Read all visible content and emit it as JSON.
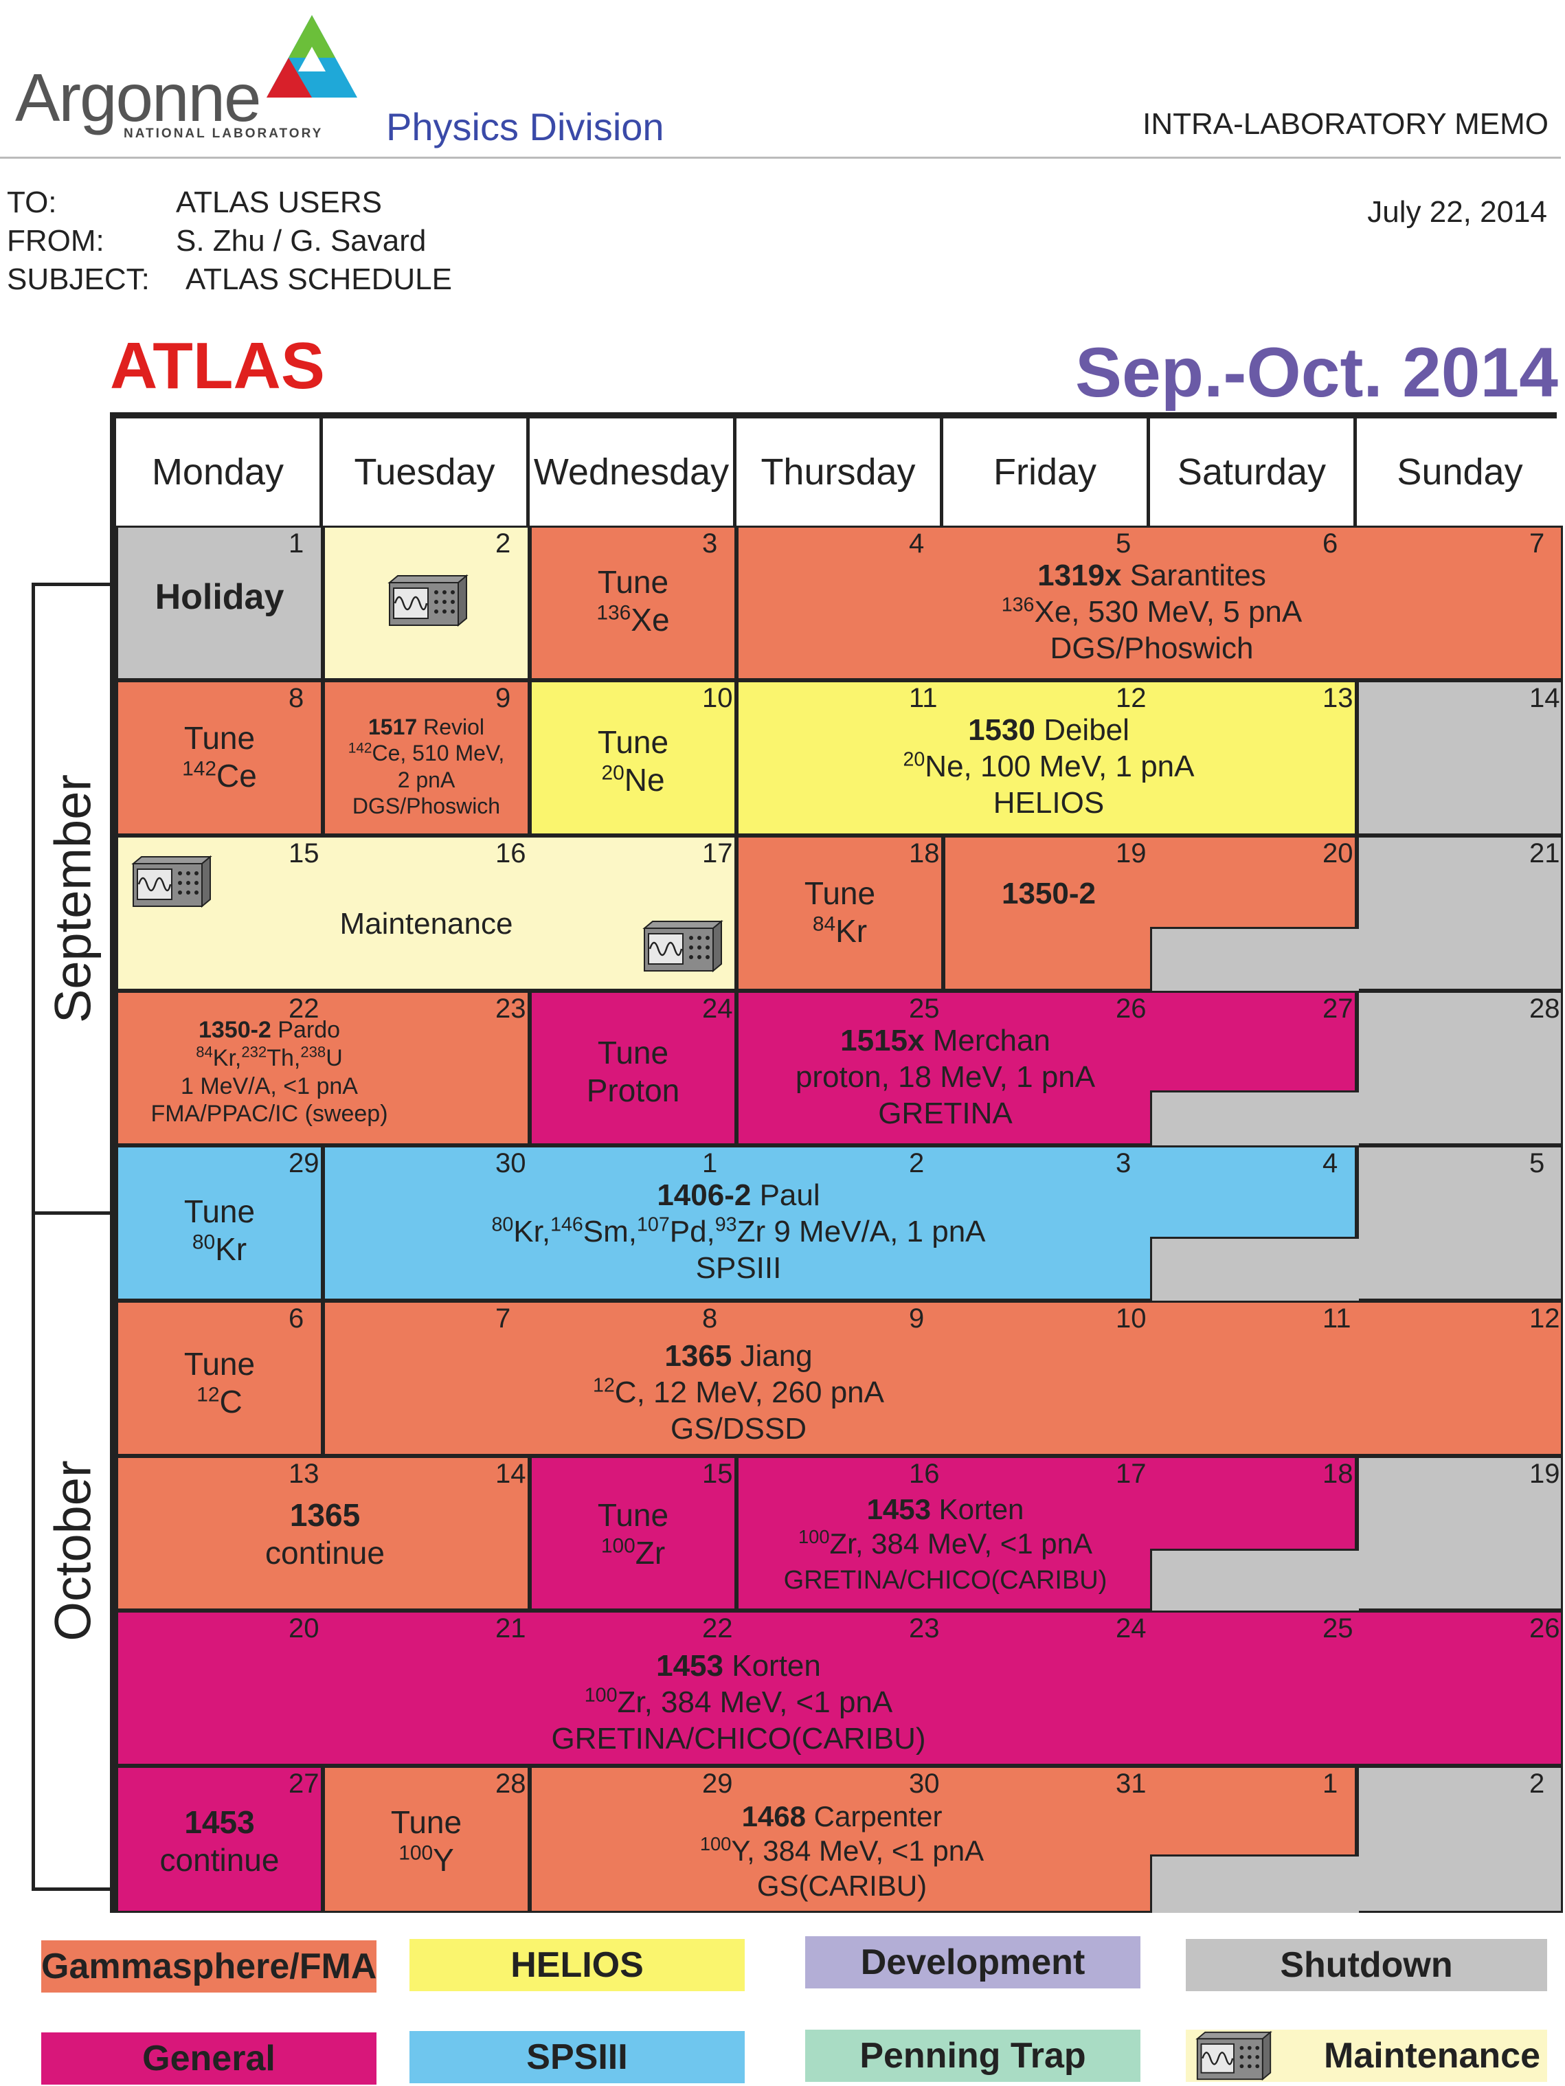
{
  "header": {
    "logo_word": "Argonne",
    "logo_sub": "NATIONAL LABORATORY",
    "division": "Physics Division",
    "memo_type": "INTRA-LABORATORY MEMO"
  },
  "memo": {
    "to_label": "TO:",
    "to": "ATLAS USERS",
    "from_label": "FROM:",
    "from": "S. Zhu / G. Savard",
    "subject_label": "SUBJECT:",
    "subject": "ATLAS SCHEDULE",
    "date": "July 22, 2014"
  },
  "calendar": {
    "title": "ATLAS",
    "period": "Sep.-Oct. 2014",
    "days": [
      "Monday",
      "Tuesday",
      "Wednesday",
      "Thursday",
      "Friday",
      "Saturday",
      "Sunday"
    ],
    "months": [
      "September",
      "October"
    ],
    "numbers": {
      "r0": [
        "1",
        "2",
        "3",
        "4",
        "5",
        "6",
        "7"
      ],
      "r1": [
        "8",
        "9",
        "10",
        "11",
        "12",
        "13",
        "14"
      ],
      "r2": [
        "15",
        "16",
        "17",
        "18",
        "19",
        "20",
        "21"
      ],
      "r3": [
        "22",
        "23",
        "24",
        "25",
        "26",
        "27",
        "28"
      ],
      "r4": [
        "29",
        "30",
        "1",
        "2",
        "3",
        "4",
        "5"
      ],
      "r5": [
        "6",
        "7",
        "8",
        "9",
        "10",
        "11",
        "12"
      ],
      "r6": [
        "13",
        "14",
        "15",
        "16",
        "17",
        "18",
        "19"
      ],
      "r7": [
        "20",
        "21",
        "22",
        "23",
        "24",
        "25",
        "26"
      ],
      "r8": [
        "27",
        "28",
        "29",
        "30",
        "31",
        "1",
        "2"
      ]
    },
    "entries": {
      "holiday": "Holiday",
      "tune_label": "Tune",
      "xe136": "Xe",
      "xe136_mass": "136",
      "e1319_id": "1319x",
      "e1319_name": "Sarantites",
      "e1319_beam_mass": "136",
      "e1319_beam": "Xe, 530 MeV, 5 pnA",
      "e1319_det": "DGS/Phoswich",
      "ce142": "Ce",
      "ce142_mass": "142",
      "e1517_id": "1517",
      "e1517_name": "Reviol",
      "e1517_mass": "142",
      "e1517_l1": "Ce, 510 MeV,",
      "e1517_l2": "2 pnA",
      "e1517_det": "DGS/Phoswich",
      "ne20": "Ne",
      "ne20_mass": "20",
      "e1530_id": "1530",
      "e1530_name": "Deibel",
      "e1530_mass": "20",
      "e1530_beam": "Ne, 100 MeV, 1 pnA",
      "e1530_det": "HELIOS",
      "maintenance": "Maintenance",
      "kr84": "Kr",
      "kr84_mass": "84",
      "e1350_id": "1350-2",
      "e1350p_id": "1350-2",
      "e1350p_name": "Pardo",
      "e1350p_m1": "84",
      "e1350p_e1": "Kr,",
      "e1350p_m2": "232",
      "e1350p_e2": "Th,",
      "e1350p_m3": "238",
      "e1350p_e3": "U",
      "e1350p_l2": "1 MeV/A, <1 pnA",
      "e1350p_det": "FMA/PPAC/IC (sweep)",
      "proton": "Proton",
      "e1515_id": "1515x",
      "e1515_name": "Merchan",
      "e1515_beam": "proton, 18 MeV, 1 pnA",
      "e1515_det": "GRETINA",
      "kr80": "Kr",
      "kr80_mass": "80",
      "e1406_id": "1406-2",
      "e1406_name": "Paul",
      "e1406_m1": "80",
      "e1406_e1": "Kr,",
      "e1406_m2": "146",
      "e1406_e2": "Sm,",
      "e1406_m3": "107",
      "e1406_e3": "Pd,",
      "e1406_m4": "93",
      "e1406_e4": "Zr 9 MeV/A, 1 pnA",
      "e1406_det": "SPSIII",
      "c12": "C",
      "c12_mass": "12",
      "e1365_id": "1365",
      "e1365_name": "Jiang",
      "e1365_mass": "12",
      "e1365_beam": "C, 12 MeV, 260 pnA",
      "e1365_det": "GS/DSSD",
      "e1365c_id": "1365",
      "continue": "continue",
      "zr100": "Zr",
      "zr100_mass": "100",
      "e1453_id": "1453",
      "e1453_name": "Korten",
      "e1453_mass": "100",
      "e1453_beam": "Zr, 384 MeV, <1 pnA",
      "e1453_det": "GRETINA/CHICO(CARIBU)",
      "e1453c_id": "1453",
      "y100": "Y",
      "y100_mass": "100",
      "e1468_id": "1468",
      "e1468_name": "Carpenter",
      "e1468_mass": "100",
      "e1468_beam": "Y, 384 MeV, <1 pnA",
      "e1468_det": "GS(CARIBU)"
    }
  },
  "legend": [
    {
      "label": "Gammasphere/FMA",
      "color": "#ed7b5b"
    },
    {
      "label": "HELIOS",
      "color": "#faf56e"
    },
    {
      "label": "Development",
      "color": "#b3aed6"
    },
    {
      "label": "Shutdown",
      "color": "#c3c3c3"
    },
    {
      "label": "General",
      "color": "#d8177a"
    },
    {
      "label": "SPSIII",
      "color": "#6fc6ee"
    },
    {
      "label": "Penning Trap",
      "color": "#a9dcc4"
    },
    {
      "label": "Maintenance",
      "color": "#fcf7c6",
      "icon": "oscilloscope-icon"
    }
  ]
}
